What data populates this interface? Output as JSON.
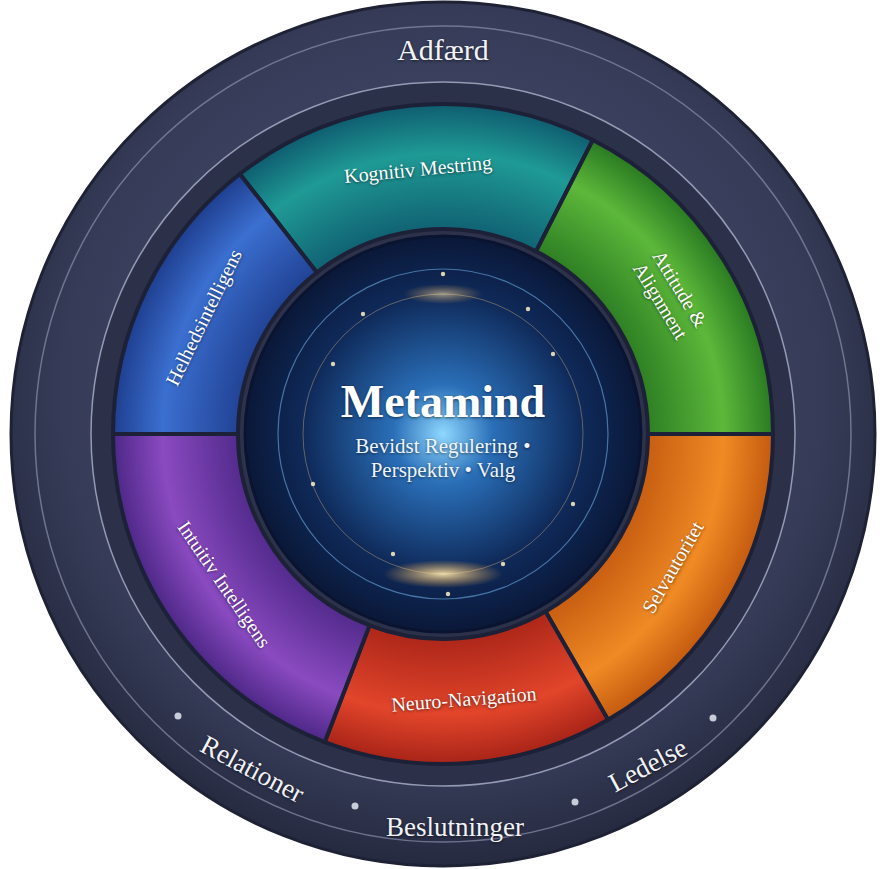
{
  "diagram": {
    "nodes": [
      {
        "text": [
          "Adfærd"
        ]
      },
      {
        "text": [
          "Kognitiv Mestring"
        ],
        "in": 0
      },
      {
        "text": [
          "Attitude & Alignment"
        ],
        "in": 0
      },
      {
        "text": [
          "Selvautoritet"
        ],
        "in": 0
      },
      {
        "text": [
          "Neuro-Navigation"
        ],
        "in": 0
      },
      {
        "text": [
          "Intuitiv Intelligens"
        ],
        "in": 0
      },
      {
        "text": [
          "Helhedsintelligens"
        ],
        "in": 0
      },
      {
        "text": [
          "Metamind",
          "Bevidst Regulering • Perspektiv • Valg"
        ],
        "in": 0
      }
    ],
    "labels": [
      "Relationer",
      "Beslutninger",
      "Ledelse"
    ]
  }
}
